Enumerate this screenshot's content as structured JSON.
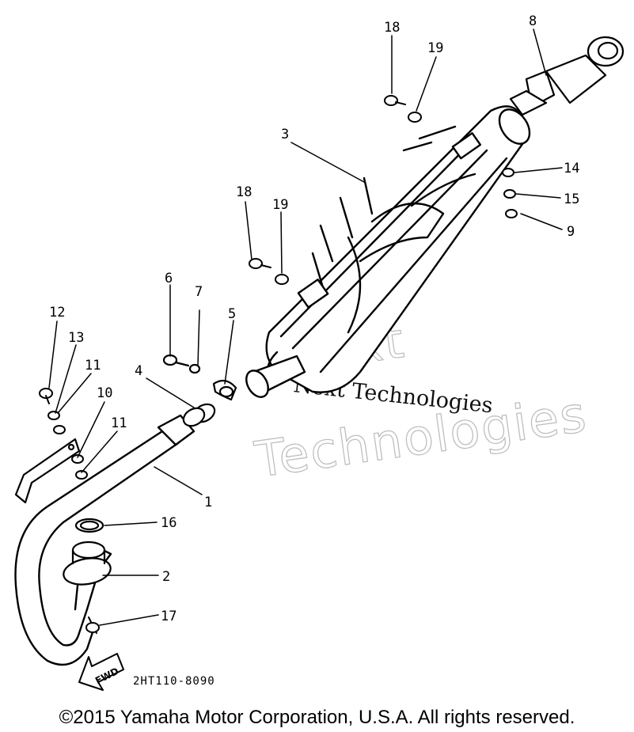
{
  "callouts": [
    {
      "id": "p1",
      "label": "1"
    },
    {
      "id": "p2",
      "label": "2"
    },
    {
      "id": "p3",
      "label": "3"
    },
    {
      "id": "p4",
      "label": "4"
    },
    {
      "id": "p5",
      "label": "5"
    },
    {
      "id": "p6",
      "label": "6"
    },
    {
      "id": "p7",
      "label": "7"
    },
    {
      "id": "p8",
      "label": "8"
    },
    {
      "id": "p9",
      "label": "9"
    },
    {
      "id": "p10",
      "label": "10"
    },
    {
      "id": "p11a",
      "label": "11"
    },
    {
      "id": "p11b",
      "label": "11"
    },
    {
      "id": "p12",
      "label": "12"
    },
    {
      "id": "p13",
      "label": "13"
    },
    {
      "id": "p14",
      "label": "14"
    },
    {
      "id": "p15",
      "label": "15"
    },
    {
      "id": "p16",
      "label": "16"
    },
    {
      "id": "p17",
      "label": "17"
    },
    {
      "id": "p18a",
      "label": "18"
    },
    {
      "id": "p18b",
      "label": "18"
    },
    {
      "id": "p19a",
      "label": "19"
    },
    {
      "id": "p19b",
      "label": "19"
    }
  ],
  "fwd_label": "FWD",
  "diagram_code": "2HT110-8090",
  "watermark": {
    "line1": "Next",
    "line2": "Technologies",
    "overlay": "Next Technologies"
  },
  "copyright": "©2015 Yamaha Motor Corporation, U.S.A. All rights reserved.",
  "colors": {
    "line": "#000000",
    "background": "#ffffff",
    "watermark": "#bfbfbf"
  }
}
